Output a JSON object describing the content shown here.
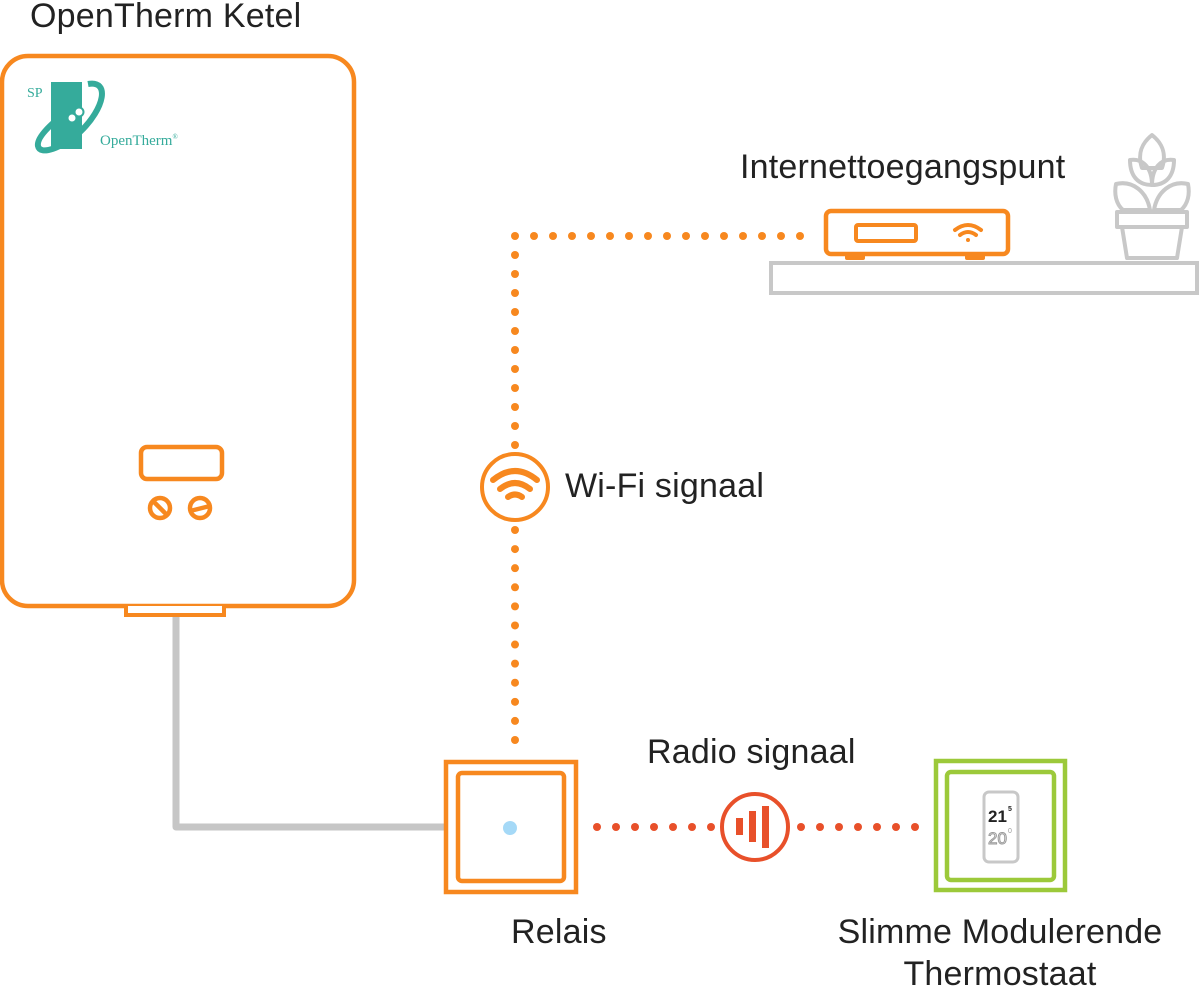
{
  "diagram": {
    "title": "OpenTherm ketel setup with relais and smart modulating thermostat",
    "colors": {
      "orange": "#f7881f",
      "radio_red": "#e8502a",
      "wire_gray": "#c6c6c6",
      "shelf_gray": "#c8c8c8",
      "thermostat_green": "#9cc93a",
      "logo_teal": "#35ab9b",
      "text": "#222222",
      "led_blue": "#8fd0f5"
    },
    "nodes": {
      "boiler": {
        "label": "OpenTherm Ketel",
        "logo": {
          "prefix": "SP",
          "brand": "OpenTherm",
          "mark": "®"
        }
      },
      "access_point": {
        "label": "Internettoegangspunt",
        "icon": "wifi-icon"
      },
      "relay": {
        "label": "Relais"
      },
      "thermostat": {
        "label_line1": "Slimme Modulerende",
        "label_line2": "Thermostaat",
        "display": {
          "current_temp": "21",
          "current_decimal": "5",
          "setpoint": "20",
          "setpoint_decimal": "0"
        }
      }
    },
    "connections": {
      "wifi": {
        "label": "Wi-Fi signaal",
        "icon": "wifi-icon",
        "style": "dotted"
      },
      "radio": {
        "label": "Radio signaal",
        "icon": "signal-bars-icon",
        "style": "dotted"
      },
      "cable": {
        "style": "solid"
      }
    }
  }
}
